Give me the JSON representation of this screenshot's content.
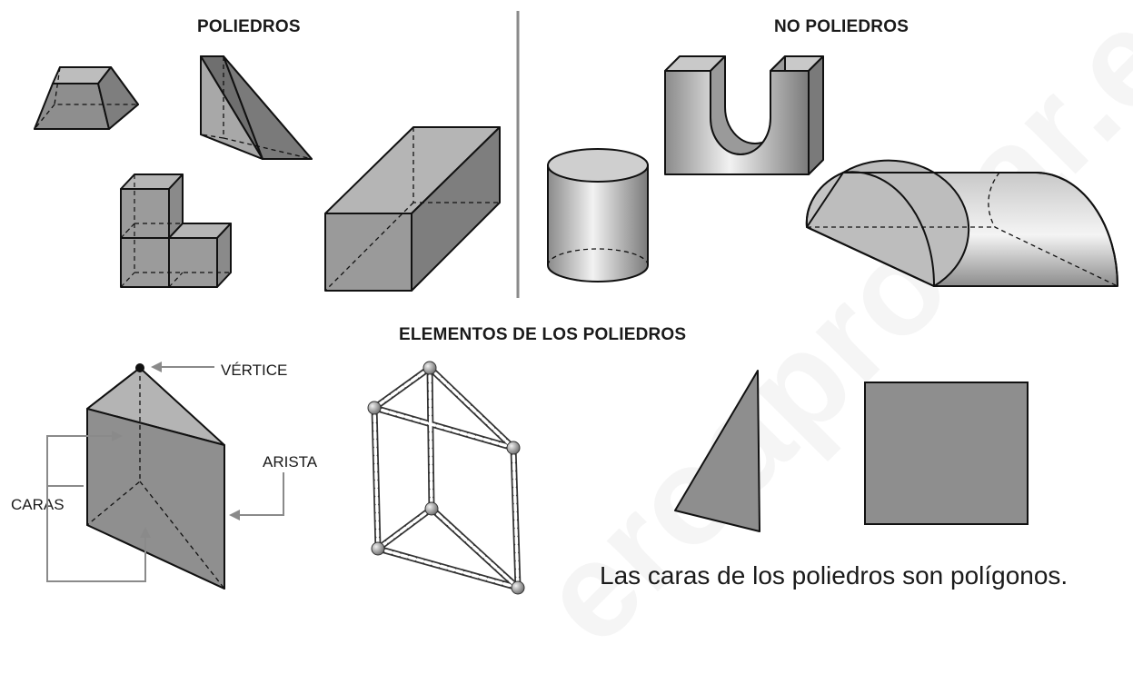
{
  "headings": {
    "poliedros": "POLIEDROS",
    "no_poliedros": "NO POLIEDROS",
    "elementos": "ELEMENTOS DE LOS POLIEDROS"
  },
  "labels": {
    "vertice": "VÉRTICE",
    "arista": "ARISTA",
    "caras": "CARAS"
  },
  "caption": "Las caras de los poliedros son polígonos.",
  "watermark": "eroaprobar.es",
  "colors": {
    "face_light": "#b6b6b6",
    "face_mid": "#9a9a9a",
    "face_dark": "#7e7e7e",
    "stroke": "#111111",
    "divider": "#8a8a8a"
  }
}
